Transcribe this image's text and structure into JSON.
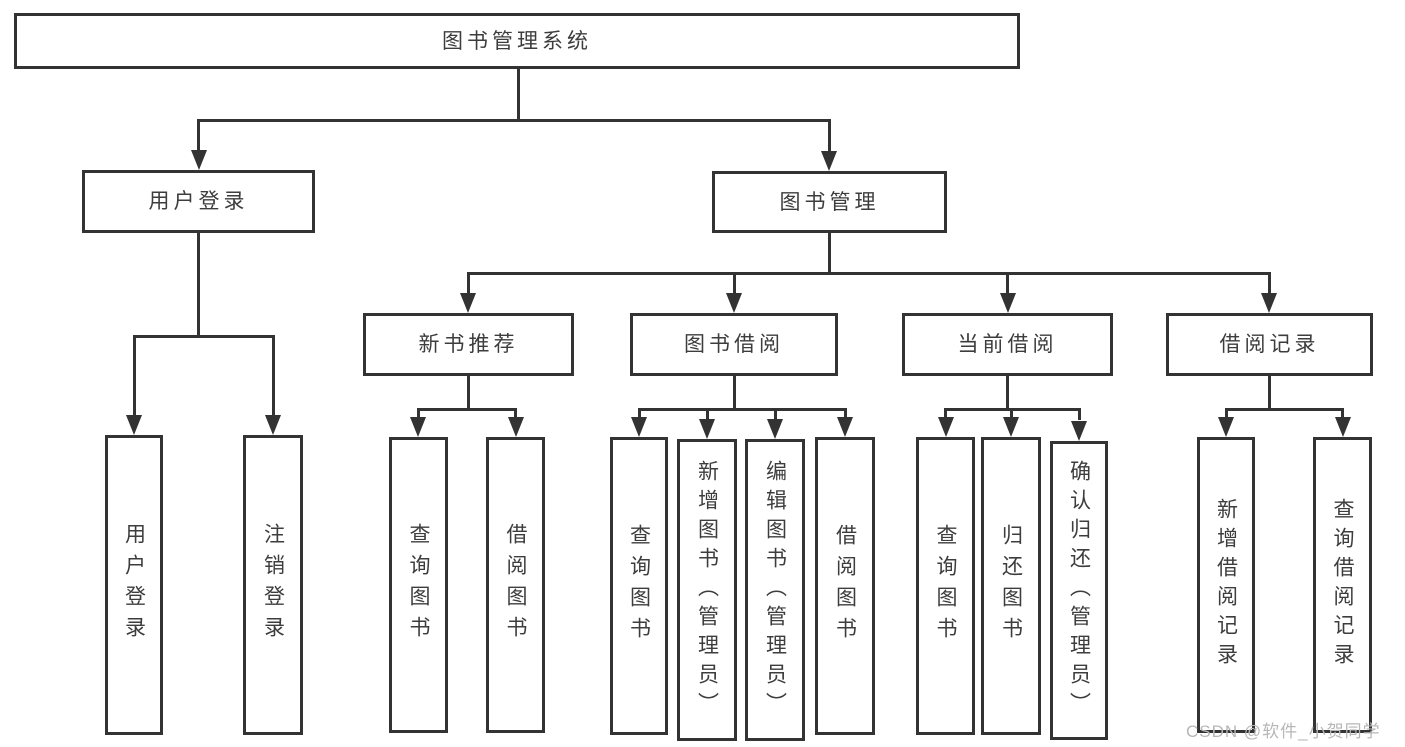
{
  "diagram": {
    "title": "图书管理系统",
    "branches": [
      {
        "label": "用户登录",
        "leaves": [
          {
            "label": "用户登录"
          },
          {
            "label": "注销登录"
          }
        ]
      },
      {
        "label": "图书管理",
        "sections": [
          {
            "label": "新书推荐",
            "leaves": [
              {
                "label": "查询图书"
              },
              {
                "label": "借阅图书"
              }
            ]
          },
          {
            "label": "图书借阅",
            "leaves": [
              {
                "label": "查询图书"
              },
              {
                "label": "新增图书（管理员）"
              },
              {
                "label": "编辑图书（管理员）"
              },
              {
                "label": "借阅图书"
              }
            ]
          },
          {
            "label": "当前借阅",
            "leaves": [
              {
                "label": "查询图书"
              },
              {
                "label": "归还图书"
              },
              {
                "label": "确认归还（管理员）"
              }
            ]
          },
          {
            "label": "借阅记录",
            "leaves": [
              {
                "label": "新增借阅记录"
              },
              {
                "label": "查询借阅记录"
              }
            ]
          }
        ]
      }
    ]
  },
  "watermark": {
    "text": "CSDN @软件_小贺同学"
  },
  "colors": {
    "line": "#333333",
    "text": "#3d3d3d",
    "watermark": "#b7b7b7",
    "background": "#ffffff"
  }
}
